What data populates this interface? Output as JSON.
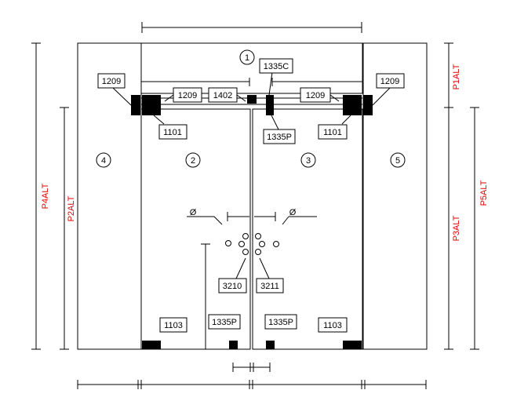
{
  "diagram": {
    "colors": {
      "line": "#000000",
      "dimension_text": "#e00000",
      "background": "#ffffff"
    },
    "panel_numbers": [
      "1",
      "2",
      "3",
      "4",
      "5"
    ],
    "part_labels": {
      "hinge_top_left_outer": "1209",
      "hinge_top_left_inner": "1209",
      "closer_center": "1402",
      "header_right": "1335C",
      "hinge_top_right_inner": "1209",
      "hinge_top_right_outer": "1209",
      "patch_top_left": "1101",
      "patch_top_center": "1335P",
      "patch_top_right": "1101",
      "handle_left": "3210",
      "handle_right": "3211",
      "patch_bottom_left": "1103",
      "patch_bottom_left_center": "1335P",
      "patch_bottom_right_center": "1335P",
      "patch_bottom_right": "1103"
    },
    "diameter_labels": [
      "Ø",
      "Ø"
    ],
    "dimension_labels": {
      "p1": "P1ALT",
      "p2": "P2ALT",
      "p3": "P3ALT",
      "p4": "P4ALT",
      "p5": "P5ALT"
    }
  }
}
